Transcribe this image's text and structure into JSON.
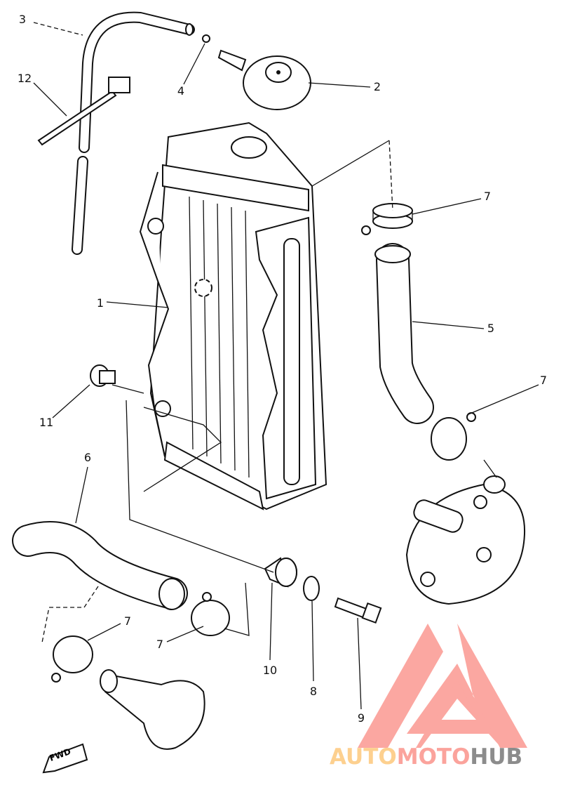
{
  "diagram": {
    "title": "Radiator parts diagram",
    "callouts": [
      {
        "id": "c3",
        "label": "3"
      },
      {
        "id": "c12",
        "label": "12"
      },
      {
        "id": "c4",
        "label": "4"
      },
      {
        "id": "c2",
        "label": "2"
      },
      {
        "id": "c7a",
        "label": "7"
      },
      {
        "id": "c1",
        "label": "1"
      },
      {
        "id": "c5",
        "label": "5"
      },
      {
        "id": "c7b",
        "label": "7"
      },
      {
        "id": "c11",
        "label": "11"
      },
      {
        "id": "c6",
        "label": "6"
      },
      {
        "id": "c7c",
        "label": "7"
      },
      {
        "id": "c7d",
        "label": "7"
      },
      {
        "id": "c10",
        "label": "10"
      },
      {
        "id": "c8",
        "label": "8"
      },
      {
        "id": "c9",
        "label": "9"
      }
    ],
    "direction_marker": "FWD"
  },
  "watermark": {
    "parts": [
      "AUTO",
      "MOTO",
      "HUB"
    ],
    "colors": {
      "auto": "#fdd08f",
      "moto": "#fba39c",
      "hub": "#8c8c8c",
      "mark": "#fba39c"
    }
  }
}
